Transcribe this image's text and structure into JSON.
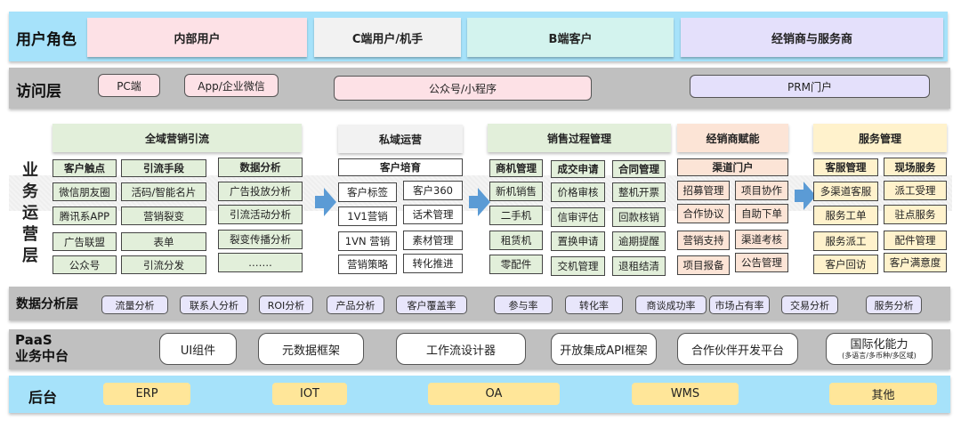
{
  "rows": {
    "roles": {
      "label": "用户角色",
      "items": [
        "内部用户",
        "C端用户/机手",
        "B端客户",
        "经销商与服务商"
      ],
      "colors": [
        "#fde1e6",
        "#f2f2f2",
        "#d3f3ee",
        "#e4e0fb"
      ]
    },
    "access": {
      "label": "访问层",
      "items": [
        "PC端",
        "App/企业微信",
        "公众号/小程序",
        "PRM门户"
      ],
      "colors": [
        "#fde1e6",
        "#fde1e6",
        "#fde1e6",
        "#e4e0fb"
      ]
    },
    "business": {
      "label_chars": [
        "业",
        "务",
        "运",
        "营",
        "层"
      ],
      "sections": [
        {
          "title": "全域营销引流",
          "columns": [
            {
              "header": "客户触点",
              "items": [
                "微信朋友圈",
                "腾讯系APP",
                "广告联盟",
                "公众号"
              ]
            },
            {
              "header": "引流手段",
              "items": [
                "活码/智能名片",
                "营销裂变",
                "表单",
                "引流分发"
              ]
            },
            {
              "header": "数据分析",
              "items": [
                "广告投放分析",
                "引流活动分析",
                "裂变传播分析",
                "……."
              ]
            }
          ]
        },
        {
          "title": "私域运营",
          "subheader": "客户培育",
          "grid": [
            [
              "客户标签",
              "客户360"
            ],
            [
              "1V1营销",
              "话术管理"
            ],
            [
              "1VN 营销",
              "素材管理"
            ],
            [
              "营销策略",
              "转化推进"
            ]
          ]
        },
        {
          "title": "销售过程管理",
          "columns": [
            {
              "header": "商机管理",
              "items": [
                "新机销售",
                "二手机",
                "租赁机",
                "零配件"
              ]
            },
            {
              "header": "成交申请",
              "items": [
                "价格审核",
                "信审评估",
                "置换申请",
                "交机管理"
              ]
            },
            {
              "header": "合同管理",
              "items": [
                "整机开票",
                "回款核销",
                "逾期提醒",
                "退租结清"
              ]
            }
          ]
        },
        {
          "title": "经销商赋能",
          "subheader": "渠道门户",
          "grid": [
            [
              "招募管理",
              "项目协作"
            ],
            [
              "合作协议",
              "自助下单"
            ],
            [
              "营销支持",
              "渠道考核"
            ],
            [
              "项目报备",
              "公告管理"
            ]
          ]
        },
        {
          "title": "服务管理",
          "columns": [
            {
              "header": "客服管理",
              "items": [
                "多渠道客服",
                "服务工单",
                "服务派工",
                "客户回访"
              ]
            },
            {
              "header": "现场服务",
              "items": [
                "派工受理",
                "驻点服务",
                "配件管理",
                "客户满意度"
              ]
            }
          ]
        }
      ]
    },
    "analysis": {
      "label": "数据分析层",
      "items": [
        "流量分析",
        "联系人分析",
        "ROI分析",
        "产品分析",
        "客户覆盖率",
        "参与率",
        "转化率",
        "商谈成功率",
        "市场占有率",
        "交易分析",
        "服务分析"
      ]
    },
    "paas": {
      "label_line1": "PaaS",
      "label_line2": "业务中台",
      "items": [
        "UI组件",
        "元数据框架",
        "工作流设计器",
        "开放集成API框架",
        "合作伙伴开发平台",
        "国际化能力"
      ],
      "intl_note": "(多语言/多币种/多区域)"
    },
    "backend": {
      "label": "后台",
      "items": [
        "ERP",
        "IOT",
        "OA",
        "WMS",
        "其他"
      ]
    }
  },
  "colors": {
    "role_band": "#a6e2fa",
    "gray_band": "#c0c0c0",
    "arrow": "#5b9bd5",
    "backend_pill": "#ffe699"
  }
}
